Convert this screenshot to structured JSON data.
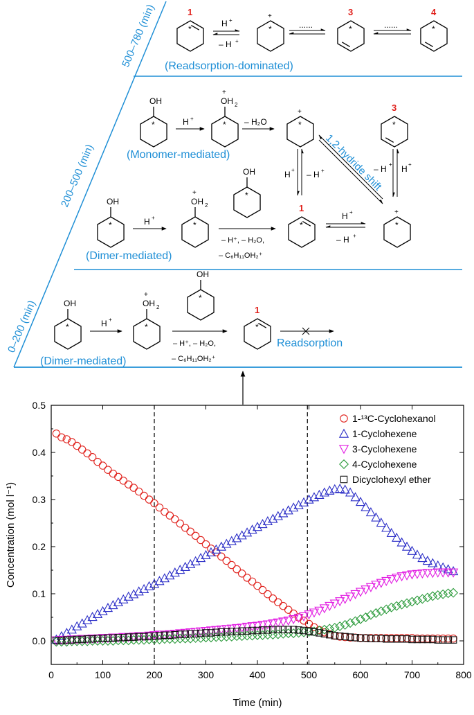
{
  "scheme": {
    "periods": [
      {
        "label": "0–200 (min)"
      },
      {
        "label": "200–500 (min)"
      },
      {
        "label": "500–780 (min)"
      }
    ],
    "captions": {
      "readsorption_dominated": "(Readsorption-dominated)",
      "monomer_mediated": "(Monomer-mediated)",
      "dimer_mediated": "(Dimer-mediated)",
      "readsorption": "Readsorption",
      "hydride_shift": "1,2-hydride shift"
    },
    "labels": {
      "oh": "OH",
      "oh2": "OH",
      "h_plus": "H",
      "minus_h_plus": "– H",
      "minus_h2o": "– H₂O",
      "dots": "......",
      "loss1": "– H⁺, – H₂O,",
      "loss2": "– C₆H₁₁OH₂⁺",
      "n1": "1",
      "n3": "3",
      "n4": "4",
      "star": "*",
      "plus": "+"
    },
    "colors": {
      "caption": "#1f8fd6",
      "number": "#e0201b",
      "line": "#1f8fd6"
    }
  },
  "chart_data": {
    "type": "scatter",
    "xlabel": "Time (min)",
    "ylabel": "Concentration (mol l⁻¹)",
    "xlim": [
      0,
      800
    ],
    "ylim": [
      -0.05,
      0.5
    ],
    "xticks": [
      "0",
      "100",
      "200",
      "300",
      "400",
      "500",
      "600",
      "700",
      "800"
    ],
    "yticks": [
      "0.0",
      "0.1",
      "0.2",
      "0.3",
      "0.4",
      "0.5"
    ],
    "dashed_lines_x": [
      200,
      497
    ],
    "legend_position": "top-right",
    "series": [
      {
        "name": "1-¹³C-Cyclohexanol",
        "marker": "circle",
        "color": "#e0201b",
        "x": [
          10,
          20,
          30,
          40,
          50,
          60,
          70,
          80,
          90,
          100,
          110,
          120,
          130,
          140,
          150,
          160,
          170,
          180,
          190,
          200,
          210,
          220,
          230,
          240,
          250,
          260,
          270,
          280,
          290,
          300,
          310,
          320,
          330,
          340,
          350,
          360,
          370,
          380,
          390,
          400,
          410,
          420,
          430,
          440,
          450,
          460,
          470,
          480,
          490,
          500,
          510,
          520,
          530,
          540,
          550,
          560,
          570,
          580,
          590,
          600,
          610,
          620,
          630,
          640,
          650,
          660,
          670,
          680,
          690,
          700,
          710,
          720,
          730,
          740,
          750,
          760,
          770,
          780
        ],
        "y": [
          0.44,
          0.432,
          0.428,
          0.422,
          0.414,
          0.406,
          0.398,
          0.39,
          0.38,
          0.372,
          0.363,
          0.355,
          0.348,
          0.34,
          0.332,
          0.325,
          0.317,
          0.308,
          0.3,
          0.292,
          0.283,
          0.274,
          0.266,
          0.258,
          0.249,
          0.24,
          0.232,
          0.223,
          0.214,
          0.205,
          0.196,
          0.188,
          0.179,
          0.17,
          0.161,
          0.152,
          0.143,
          0.134,
          0.126,
          0.117,
          0.108,
          0.099,
          0.09,
          0.082,
          0.074,
          0.066,
          0.058,
          0.05,
          0.043,
          0.036,
          0.029,
          0.023,
          0.018,
          0.014,
          0.011,
          0.009,
          0.008,
          0.007,
          0.007,
          0.006,
          0.006,
          0.006,
          0.006,
          0.006,
          0.006,
          0.006,
          0.006,
          0.006,
          0.006,
          0.006,
          0.005,
          0.005,
          0.005,
          0.005,
          0.005,
          0.005,
          0.005,
          0.005
        ]
      },
      {
        "name": "1-Cyclohexene",
        "marker": "triangle-up",
        "color": "#2c2fc7",
        "x": [
          10,
          20,
          30,
          40,
          50,
          60,
          70,
          80,
          90,
          100,
          110,
          120,
          130,
          140,
          150,
          160,
          170,
          180,
          190,
          200,
          210,
          220,
          230,
          240,
          250,
          260,
          270,
          280,
          290,
          300,
          310,
          320,
          330,
          340,
          350,
          360,
          370,
          380,
          390,
          400,
          410,
          420,
          430,
          440,
          450,
          460,
          470,
          480,
          490,
          500,
          510,
          520,
          530,
          540,
          550,
          560,
          570,
          580,
          590,
          600,
          610,
          620,
          630,
          640,
          650,
          660,
          670,
          680,
          690,
          700,
          710,
          720,
          730,
          740,
          750,
          760,
          770,
          780
        ],
        "y": [
          0.003,
          0.01,
          0.017,
          0.024,
          0.031,
          0.037,
          0.044,
          0.051,
          0.057,
          0.063,
          0.07,
          0.076,
          0.082,
          0.088,
          0.094,
          0.099,
          0.105,
          0.11,
          0.116,
          0.121,
          0.127,
          0.133,
          0.139,
          0.145,
          0.151,
          0.157,
          0.163,
          0.169,
          0.176,
          0.182,
          0.188,
          0.194,
          0.2,
          0.206,
          0.212,
          0.218,
          0.224,
          0.23,
          0.236,
          0.242,
          0.248,
          0.254,
          0.259,
          0.265,
          0.271,
          0.277,
          0.283,
          0.288,
          0.294,
          0.3,
          0.305,
          0.31,
          0.315,
          0.319,
          0.322,
          0.323,
          0.321,
          0.315,
          0.305,
          0.295,
          0.284,
          0.273,
          0.262,
          0.251,
          0.24,
          0.229,
          0.219,
          0.209,
          0.2,
          0.191,
          0.183,
          0.176,
          0.17,
          0.165,
          0.16,
          0.156,
          0.152,
          0.148
        ]
      },
      {
        "name": "3-Cyclohexene",
        "marker": "triangle-down",
        "color": "#e21ce2",
        "x": [
          10,
          20,
          30,
          40,
          50,
          60,
          70,
          80,
          90,
          100,
          110,
          120,
          130,
          140,
          150,
          160,
          170,
          180,
          190,
          200,
          210,
          220,
          230,
          240,
          250,
          260,
          270,
          280,
          290,
          300,
          310,
          320,
          330,
          340,
          350,
          360,
          370,
          380,
          390,
          400,
          410,
          420,
          430,
          440,
          450,
          460,
          470,
          480,
          490,
          500,
          510,
          520,
          530,
          540,
          550,
          560,
          570,
          580,
          590,
          600,
          610,
          620,
          630,
          640,
          650,
          660,
          670,
          680,
          690,
          700,
          710,
          720,
          730,
          740,
          750,
          760,
          770,
          780
        ],
        "y": [
          0.001,
          0.002,
          0.002,
          0.003,
          0.003,
          0.004,
          0.004,
          0.005,
          0.005,
          0.006,
          0.006,
          0.007,
          0.007,
          0.008,
          0.008,
          0.009,
          0.01,
          0.01,
          0.011,
          0.012,
          0.013,
          0.013,
          0.014,
          0.015,
          0.016,
          0.017,
          0.018,
          0.019,
          0.02,
          0.021,
          0.022,
          0.023,
          0.024,
          0.025,
          0.026,
          0.027,
          0.028,
          0.03,
          0.031,
          0.032,
          0.034,
          0.035,
          0.037,
          0.039,
          0.041,
          0.043,
          0.046,
          0.049,
          0.052,
          0.056,
          0.06,
          0.064,
          0.069,
          0.074,
          0.079,
          0.084,
          0.089,
          0.094,
          0.099,
          0.104,
          0.109,
          0.114,
          0.119,
          0.123,
          0.127,
          0.131,
          0.134,
          0.137,
          0.139,
          0.141,
          0.142,
          0.143,
          0.144,
          0.144,
          0.145,
          0.145,
          0.145,
          0.145
        ]
      },
      {
        "name": "4-Cyclohexene",
        "marker": "diamond",
        "color": "#2a9a3a",
        "x": [
          10,
          20,
          30,
          40,
          50,
          60,
          70,
          80,
          90,
          100,
          110,
          120,
          130,
          140,
          150,
          160,
          170,
          180,
          190,
          200,
          210,
          220,
          230,
          240,
          250,
          260,
          270,
          280,
          290,
          300,
          310,
          320,
          330,
          340,
          350,
          360,
          370,
          380,
          390,
          400,
          410,
          420,
          430,
          440,
          450,
          460,
          470,
          480,
          490,
          500,
          510,
          520,
          530,
          540,
          550,
          560,
          570,
          580,
          590,
          600,
          610,
          620,
          630,
          640,
          650,
          660,
          670,
          680,
          690,
          700,
          710,
          720,
          730,
          740,
          750,
          760,
          770,
          780
        ],
        "y": [
          -0.002,
          -0.002,
          -0.002,
          -0.001,
          -0.001,
          -0.001,
          -0.001,
          0.0,
          0.0,
          0.0,
          0.0,
          0.0,
          0.001,
          0.001,
          0.001,
          0.002,
          0.002,
          0.002,
          0.003,
          0.003,
          0.003,
          0.004,
          0.004,
          0.004,
          0.005,
          0.005,
          0.005,
          0.006,
          0.006,
          0.007,
          0.007,
          0.008,
          0.008,
          0.009,
          0.009,
          0.01,
          0.01,
          0.011,
          0.011,
          0.012,
          0.012,
          0.013,
          0.013,
          0.014,
          0.015,
          0.016,
          0.016,
          0.017,
          0.018,
          0.019,
          0.02,
          0.022,
          0.024,
          0.026,
          0.028,
          0.031,
          0.034,
          0.038,
          0.042,
          0.046,
          0.05,
          0.055,
          0.059,
          0.063,
          0.067,
          0.071,
          0.074,
          0.077,
          0.08,
          0.083,
          0.086,
          0.089,
          0.092,
          0.095,
          0.097,
          0.099,
          0.101,
          0.102
        ]
      },
      {
        "name": "Dicyclohexyl ether",
        "marker": "square",
        "color": "#111111",
        "x": [
          10,
          20,
          30,
          40,
          50,
          60,
          70,
          80,
          90,
          100,
          110,
          120,
          130,
          140,
          150,
          160,
          170,
          180,
          190,
          200,
          210,
          220,
          230,
          240,
          250,
          260,
          270,
          280,
          290,
          300,
          310,
          320,
          330,
          340,
          350,
          360,
          370,
          380,
          390,
          400,
          410,
          420,
          430,
          440,
          450,
          460,
          470,
          480,
          490,
          500,
          510,
          520,
          530,
          540,
          550,
          560,
          570,
          580,
          590,
          600,
          610,
          620,
          630,
          640,
          650,
          660,
          670,
          680,
          690,
          700,
          710,
          720,
          730,
          740,
          750,
          760,
          770,
          780
        ],
        "y": [
          0.001,
          0.001,
          0.002,
          0.002,
          0.003,
          0.003,
          0.004,
          0.004,
          0.005,
          0.005,
          0.006,
          0.006,
          0.007,
          0.007,
          0.008,
          0.008,
          0.009,
          0.009,
          0.01,
          0.01,
          0.011,
          0.012,
          0.012,
          0.013,
          0.014,
          0.014,
          0.015,
          0.015,
          0.016,
          0.017,
          0.017,
          0.018,
          0.019,
          0.019,
          0.02,
          0.02,
          0.021,
          0.021,
          0.022,
          0.022,
          0.023,
          0.023,
          0.024,
          0.024,
          0.024,
          0.024,
          0.024,
          0.023,
          0.022,
          0.021,
          0.019,
          0.017,
          0.015,
          0.013,
          0.011,
          0.01,
          0.009,
          0.008,
          0.007,
          0.006,
          0.006,
          0.005,
          0.005,
          0.005,
          0.004,
          0.004,
          0.004,
          0.004,
          0.004,
          0.003,
          0.003,
          0.003,
          0.003,
          0.003,
          0.002,
          0.002,
          0.002,
          0.002
        ]
      }
    ]
  }
}
